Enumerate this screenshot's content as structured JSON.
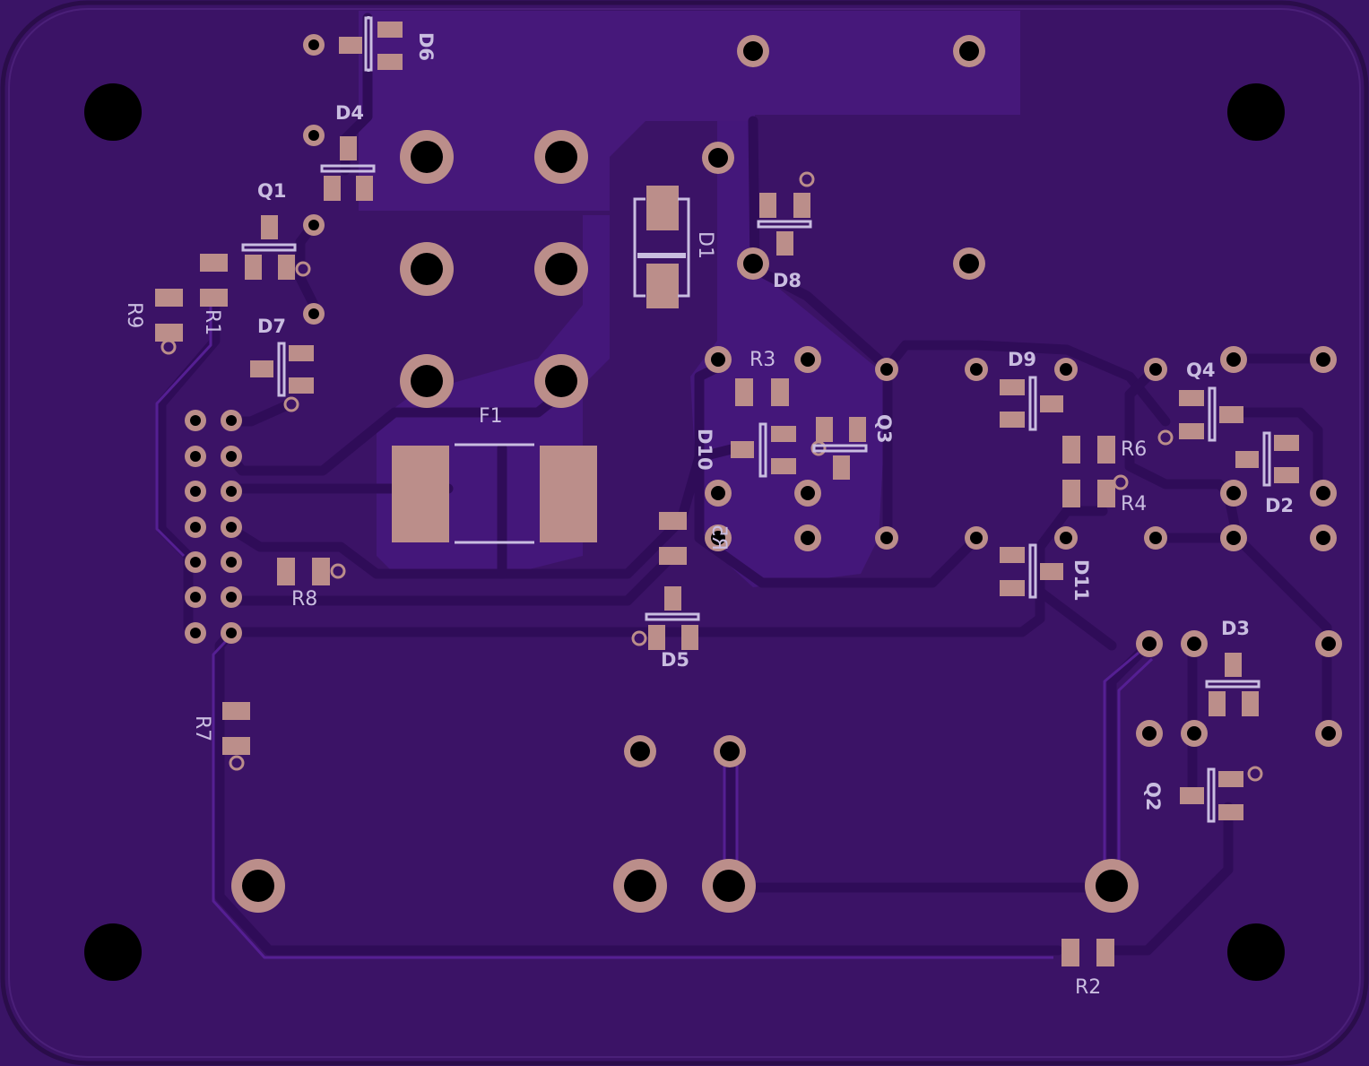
{
  "board": {
    "colors": {
      "substrate": "#3b1366",
      "outline": "#2a0d4a",
      "copper": "#4a1c80",
      "trace": "#2f0c58",
      "pad": "#bb8e8a",
      "hole": "#000000",
      "silk": "#c9bde0"
    }
  },
  "labels": {
    "D6": "D6",
    "D4": "D4",
    "Q1": "Q1",
    "R9": "R9",
    "R1": "R1",
    "D7": "D7",
    "D1": "D1",
    "D8": "D8",
    "F1": "F1",
    "R3": "R3",
    "D10": "D10",
    "Q3": "Q3",
    "R5": "R5",
    "D5": "D5",
    "R8": "R8",
    "R7": "R7",
    "D9": "D9",
    "Q4": "Q4",
    "R6": "R6",
    "R4": "R4",
    "D2": "D2",
    "D11": "D11",
    "D3": "D3",
    "Q2": "Q2",
    "R2": "R2"
  }
}
